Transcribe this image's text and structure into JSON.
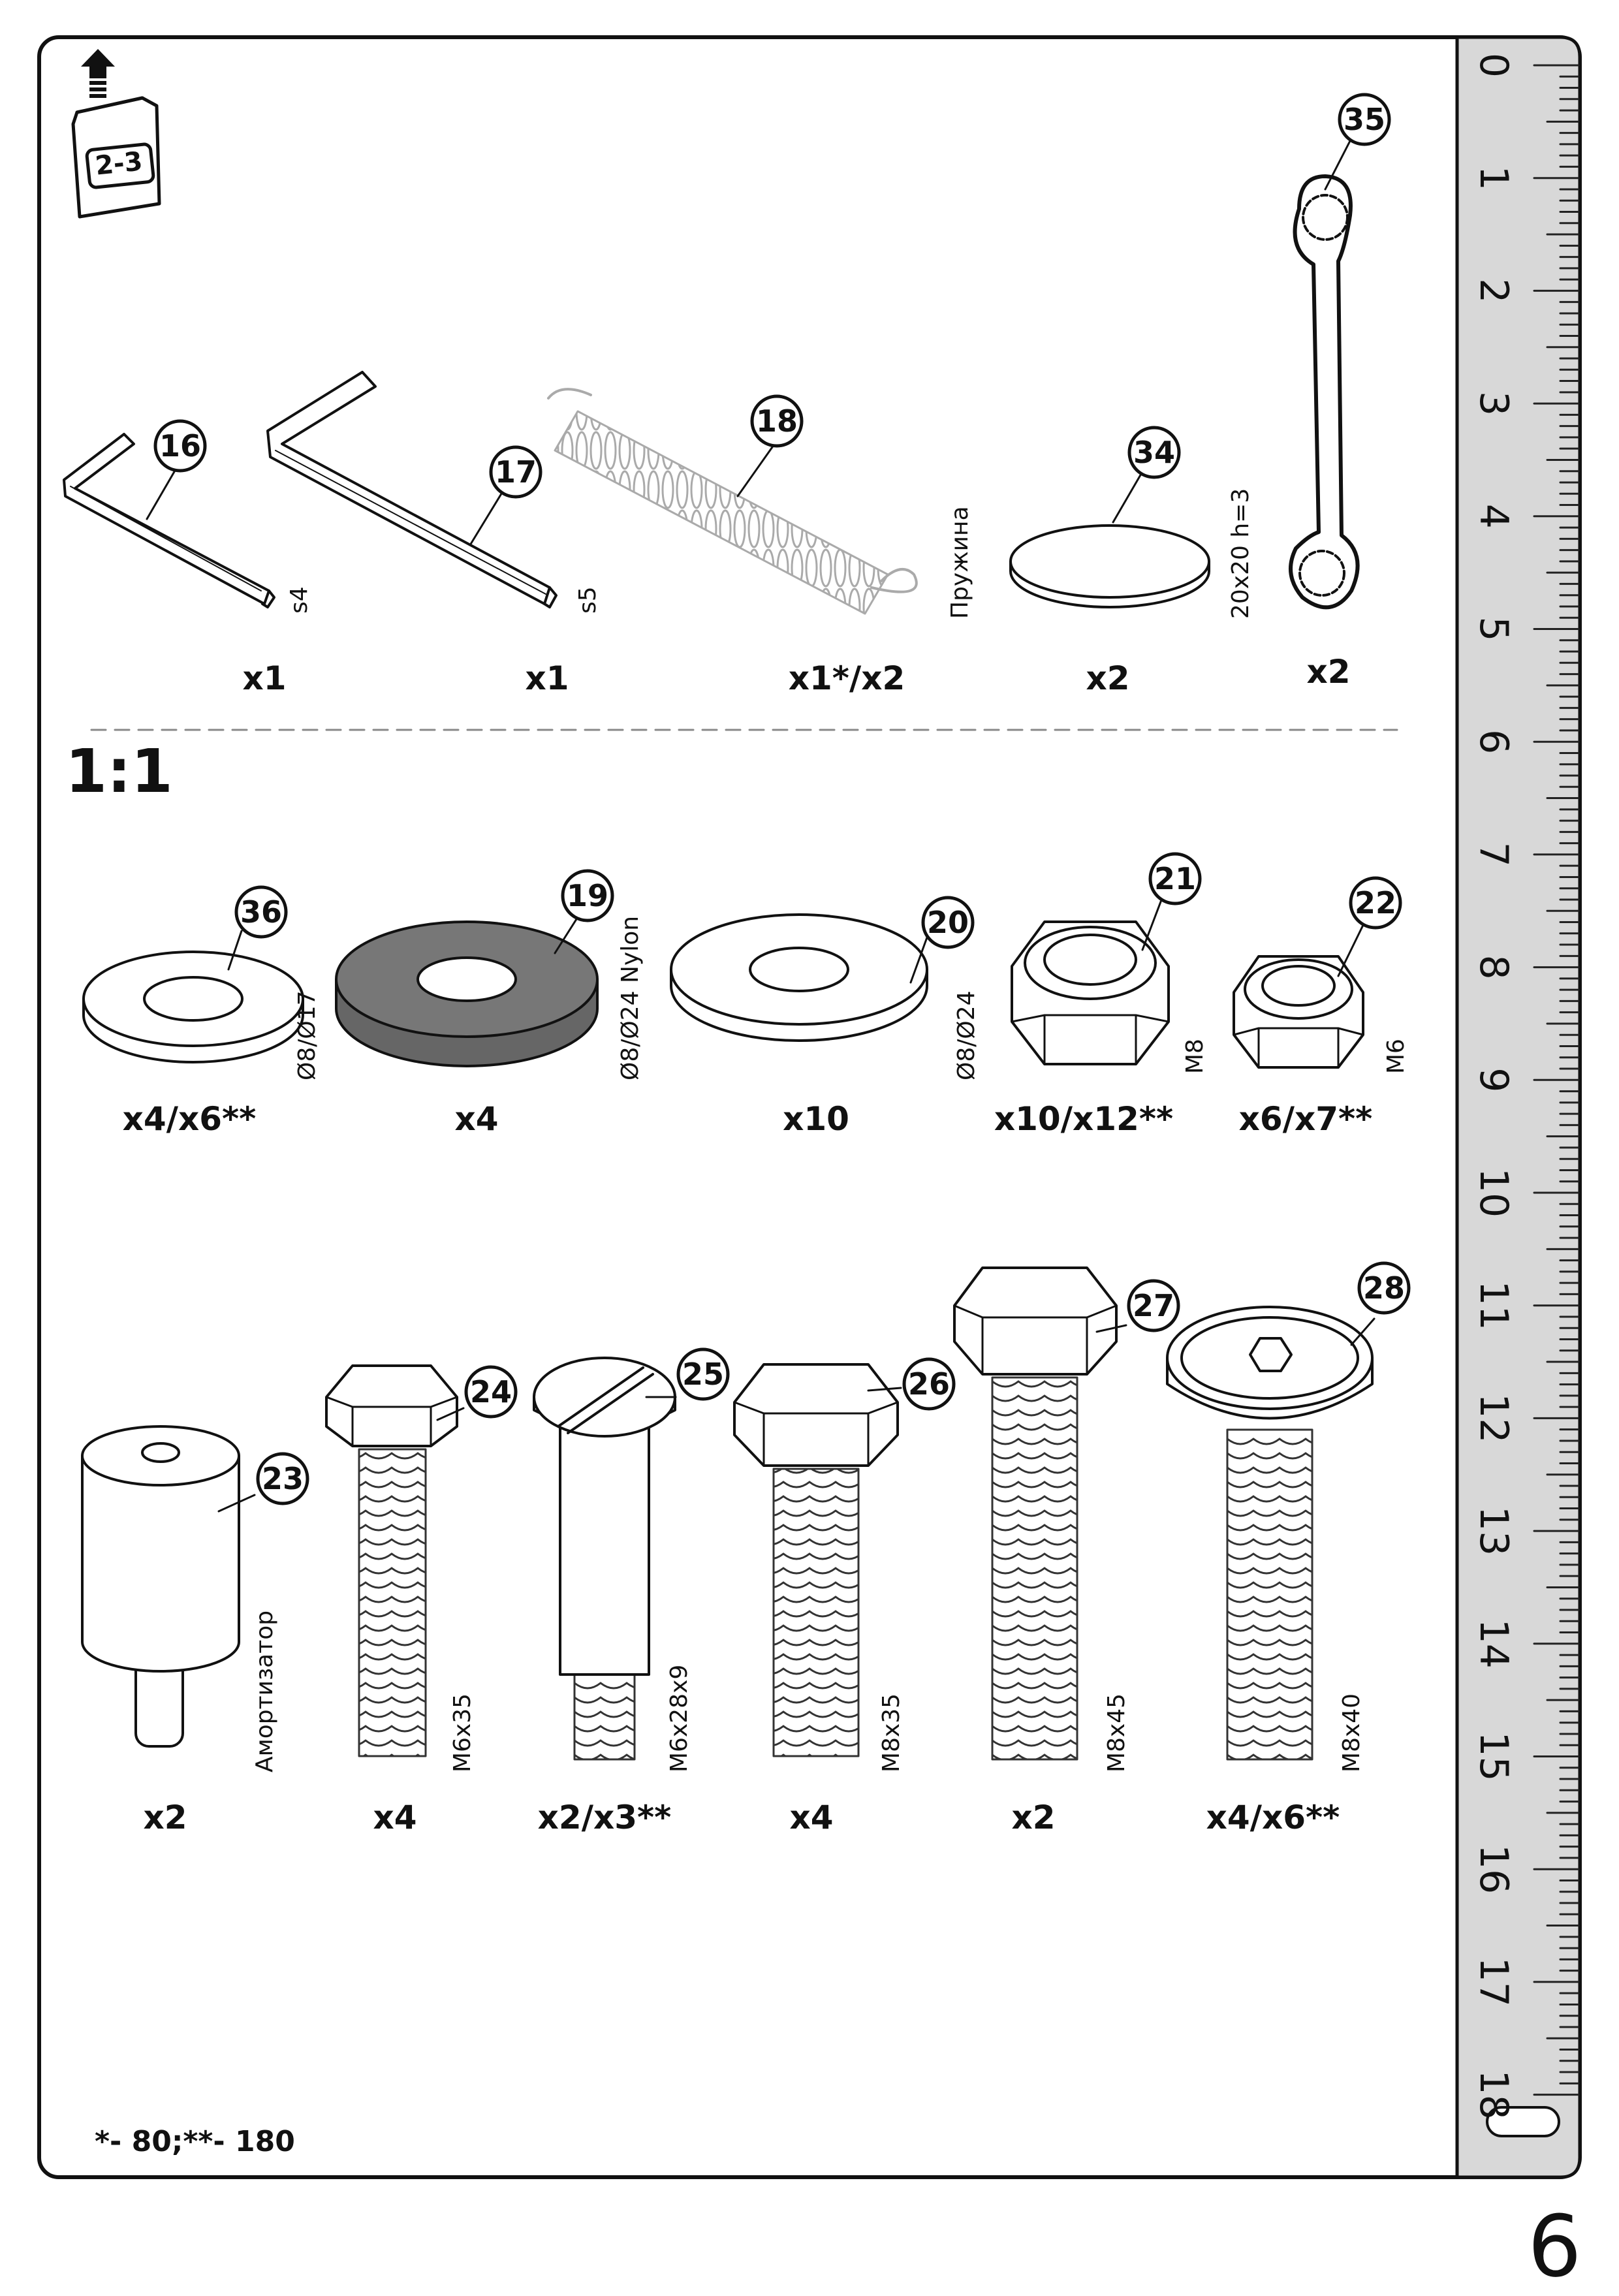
{
  "page_number": "6",
  "scale_label": "1:1",
  "footnote": "*- 80;**- 180",
  "box_badge": "2-3",
  "ruler": {
    "ticks": [
      "0",
      "1",
      "2",
      "3",
      "4",
      "5",
      "6",
      "7",
      "8",
      "9",
      "10",
      "11",
      "12",
      "13",
      "14",
      "15",
      "16",
      "17",
      "18"
    ]
  },
  "parts": [
    {
      "id": "16",
      "qty": "x1",
      "spec": "s4"
    },
    {
      "id": "17",
      "qty": "x1",
      "spec": "s5"
    },
    {
      "id": "18",
      "qty": "x1*/x2",
      "spec": "Пружина"
    },
    {
      "id": "34",
      "qty": "x2",
      "spec": "20x20 h=3"
    },
    {
      "id": "35",
      "qty": "x2",
      "spec": ""
    },
    {
      "id": "36",
      "qty": "x4/x6**",
      "spec": "Ø8/Ø17"
    },
    {
      "id": "19",
      "qty": "x4",
      "spec": "Ø8/Ø24 Nylon"
    },
    {
      "id": "20",
      "qty": "x10",
      "spec": "Ø8/Ø24"
    },
    {
      "id": "21",
      "qty": "x10/x12**",
      "spec": "M8"
    },
    {
      "id": "22",
      "qty": "x6/x7**",
      "spec": "M6"
    },
    {
      "id": "23",
      "qty": "x2",
      "spec": "Амортизатор"
    },
    {
      "id": "24",
      "qty": "x4",
      "spec": "M6x35"
    },
    {
      "id": "25",
      "qty": "x2/x3**",
      "spec": "M6x28x9"
    },
    {
      "id": "26",
      "qty": "x4",
      "spec": "M8x35"
    },
    {
      "id": "27",
      "qty": "x2",
      "spec": "M8x45"
    },
    {
      "id": "28",
      "qty": "x4/x6**",
      "spec": "M8x40"
    }
  ]
}
